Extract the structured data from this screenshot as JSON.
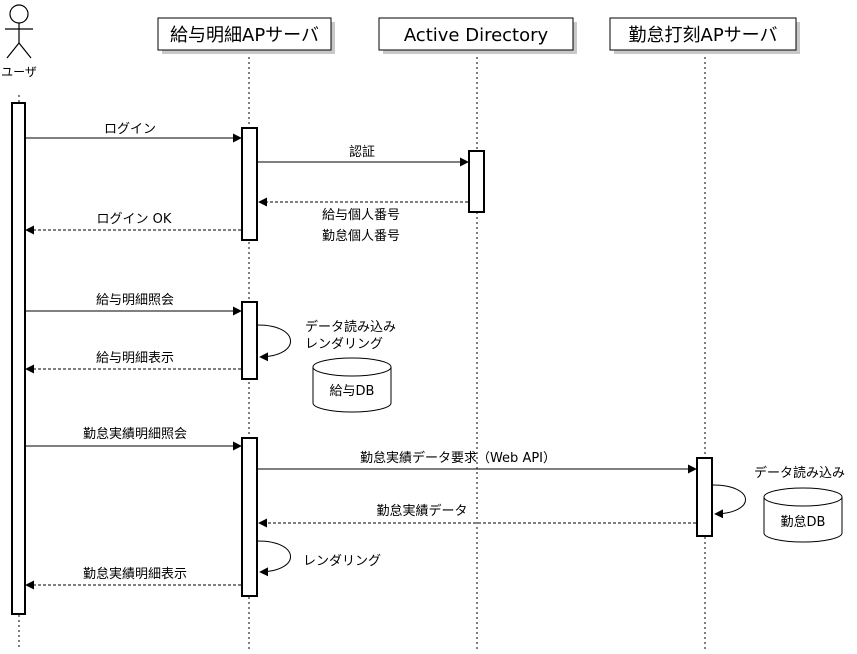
{
  "participants": {
    "user": "ユーザ",
    "payroll_server": "給与明細APサーバ",
    "active_directory": "Active Directory",
    "attendance_server": "勤怠打刻APサーバ"
  },
  "messages": {
    "login": "ログイン",
    "auth": "認証",
    "ids_line1": "給与個人番号",
    "ids_line2": "勤怠個人番号",
    "login_ok": "ログイン OK",
    "payslip_query": "給与明細照会",
    "data_load_render_line1": "データ読み込み",
    "data_load_render_line2": "レンダリング",
    "payslip_display": "給与明細表示",
    "attendance_query": "勤怠実績明細照会",
    "attendance_request": "勤怠実績データ要求（Web API）",
    "data_load": "データ読み込み",
    "attendance_data": "勤怠実績データ",
    "rendering": "レンダリング",
    "attendance_display": "勤怠実績明細表示"
  },
  "databases": {
    "payroll_db": "給与DB",
    "attendance_db": "勤怠DB"
  }
}
